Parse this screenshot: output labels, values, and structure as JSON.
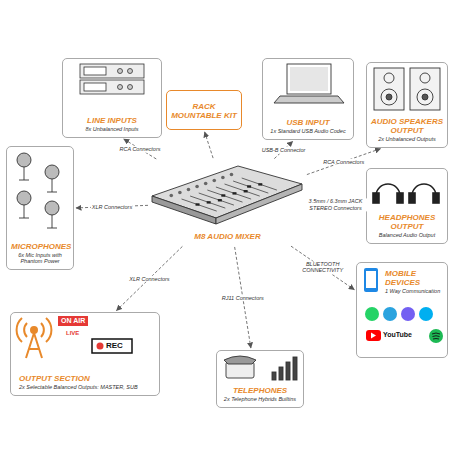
{
  "diagram": {
    "nodes": [
      {
        "text": [
          "LINE INPUTS",
          "8x Unbalanced Inputs"
        ]
      },
      {
        "text": [
          "RACK MOUNTABLE KIT"
        ]
      },
      {
        "text": [
          "USB INPUT",
          "1x Standard USB Audio Codec"
        ]
      },
      {
        "text": [
          "AUDIO SPEAKERS OUTPUT",
          "2x Unbalanced Outputs"
        ]
      },
      {
        "text": [
          "MICROPHONES",
          "6x Mic Inputs with Phantom Power"
        ]
      },
      {
        "text": [
          "M8 AUDIO MIXER"
        ]
      },
      {
        "text": [
          "HEADPHONES OUTPUT",
          "Balanced Audio Output"
        ]
      },
      {
        "text": [
          "MOBILE DEVICES",
          "1 Way Communication"
        ]
      },
      {
        "text": [
          "OUTPUT SECTION",
          "2x Selectable Balanced Outputs: MASTER, SUB"
        ]
      },
      {
        "text": [
          "TELEPHONES",
          "2x Telephone Hybrids Builtins"
        ]
      }
    ],
    "edges": [
      {
        "from": 5,
        "to": 0,
        "label": "RCA Connectors",
        "arrow": "to"
      },
      {
        "from": 5,
        "to": 1,
        "arrow": "to"
      },
      {
        "from": 5,
        "to": 2,
        "label": "USB-B Connector",
        "arrow": "to"
      },
      {
        "from": 5,
        "to": 3,
        "label": "RCA Connectors",
        "arrow": "to"
      },
      {
        "from": 5,
        "to": 4,
        "label": "XLR Connectors",
        "arrow": "to"
      },
      {
        "from": 5,
        "to": 6,
        "label": "3.5mm / 6.3mm JACK STEREO Connectors",
        "arrow": "to"
      },
      {
        "from": 5,
        "to": 7,
        "label": "BLUETOOTH CONNECTIVITY",
        "arrow": "to"
      },
      {
        "from": 5,
        "to": 8,
        "label": "XLR Connectors",
        "arrow": "to"
      },
      {
        "from": 5,
        "to": 9,
        "label": "RJ11 Connectors",
        "arrow": "to"
      }
    ],
    "labels": [
      "ON AIR",
      "LIVE",
      "REC",
      "YouTube"
    ]
  }
}
